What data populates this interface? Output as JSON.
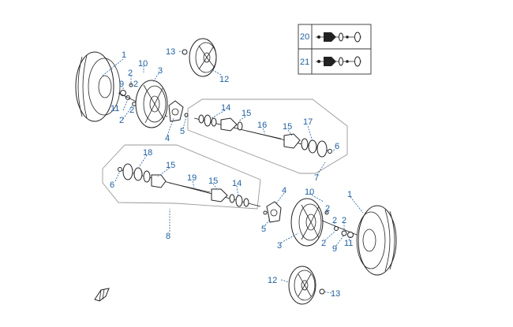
{
  "callouts": {
    "c1a": "1",
    "c1b": "1",
    "c2a": "2",
    "c2b": "2",
    "c2c": "2",
    "c2d": "2",
    "c2e": "2",
    "c2f": "2",
    "c2g": "2",
    "c2h": "2",
    "c3a": "3",
    "c3b": "3",
    "c4a": "4",
    "c4b": "4",
    "c5a": "5",
    "c5b": "5",
    "c6a": "6",
    "c6b": "6",
    "c7": "7",
    "c8": "8",
    "c9a": "9",
    "c9b": "9",
    "c10a": "10",
    "c10b": "10",
    "c11a": "11",
    "c11b": "11",
    "c12a": "12",
    "c12b": "12",
    "c13a": "13",
    "c13b": "13",
    "c14a": "14",
    "c14b": "14",
    "c15a": "15",
    "c15b": "15",
    "c15c": "15",
    "c15d": "15",
    "c16": "16",
    "c17": "17",
    "c18": "18",
    "c19": "19"
  },
  "inset": {
    "row1": "20",
    "row2": "21"
  },
  "colors": {
    "callout": "#1f5fa0",
    "line": "#222222"
  }
}
